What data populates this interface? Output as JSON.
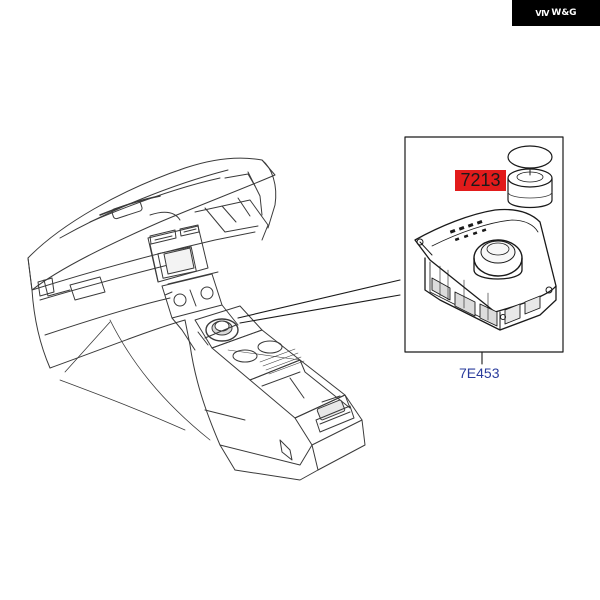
{
  "logo": {
    "mark": "ⅥⅤ",
    "text": "W&G"
  },
  "part_labels": {
    "cap_part_number": "7213",
    "module_part_number": "7E453"
  },
  "colors": {
    "line": "#3a3a3a",
    "highlight": "#e21b1b",
    "label_blue": "#2a3c9c",
    "badge": "#000000"
  }
}
